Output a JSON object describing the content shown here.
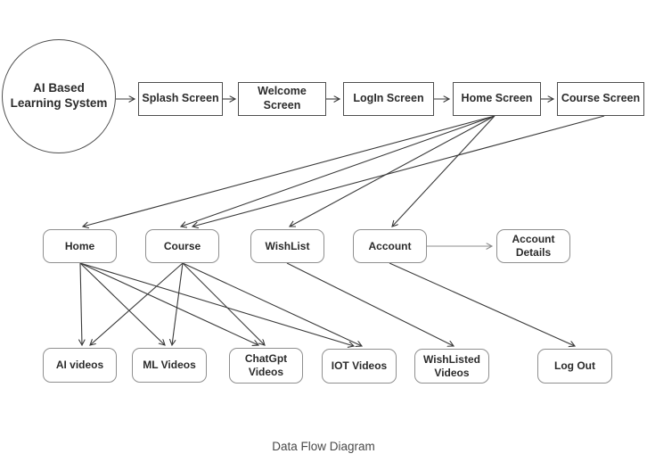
{
  "diagram": {
    "nodes": [
      {
        "id": "system",
        "label": "AI Based\nLearning System",
        "shape": "circle"
      },
      {
        "id": "splash-screen",
        "label": "Splash Screen",
        "shape": "rect"
      },
      {
        "id": "welcome-screen",
        "label": "Welcome Screen",
        "shape": "rect"
      },
      {
        "id": "login-screen",
        "label": "LogIn Screen",
        "shape": "rect"
      },
      {
        "id": "home-screen",
        "label": "Home Screen",
        "shape": "rect"
      },
      {
        "id": "course-screen",
        "label": "Course Screen",
        "shape": "rect"
      },
      {
        "id": "home",
        "label": "Home",
        "shape": "rounded"
      },
      {
        "id": "course",
        "label": "Course",
        "shape": "rounded"
      },
      {
        "id": "wishlist",
        "label": "WishList",
        "shape": "rounded"
      },
      {
        "id": "account",
        "label": "Account",
        "shape": "rounded"
      },
      {
        "id": "account-details",
        "label": "Account\nDetails",
        "shape": "rounded"
      },
      {
        "id": "ai-videos",
        "label": "AI videos",
        "shape": "rounded"
      },
      {
        "id": "ml-videos",
        "label": "ML Videos",
        "shape": "rounded"
      },
      {
        "id": "chatgpt-videos",
        "label": "ChatGpt\nVideos",
        "shape": "rounded"
      },
      {
        "id": "iot-videos",
        "label": "IOT Videos",
        "shape": "rounded"
      },
      {
        "id": "wishlisted-videos",
        "label": "WishListed\nVideos",
        "shape": "rounded"
      },
      {
        "id": "log-out",
        "label": "Log Out",
        "shape": "rounded"
      }
    ],
    "edges": [
      {
        "from": "system",
        "to": "splash-screen",
        "style": "dark"
      },
      {
        "from": "splash-screen",
        "to": "welcome-screen",
        "style": "dark"
      },
      {
        "from": "welcome-screen",
        "to": "login-screen",
        "style": "dark"
      },
      {
        "from": "login-screen",
        "to": "home-screen",
        "style": "dark"
      },
      {
        "from": "home-screen",
        "to": "course-screen",
        "style": "dark"
      },
      {
        "from": "home-screen",
        "to": "home",
        "style": "dark"
      },
      {
        "from": "home-screen",
        "to": "course",
        "style": "dark"
      },
      {
        "from": "home-screen",
        "to": "wishlist",
        "style": "dark"
      },
      {
        "from": "home-screen",
        "to": "account",
        "style": "dark"
      },
      {
        "from": "course-screen",
        "to": "course",
        "style": "dark"
      },
      {
        "from": "home",
        "to": "ai-videos",
        "style": "dark"
      },
      {
        "from": "home",
        "to": "ml-videos",
        "style": "dark"
      },
      {
        "from": "home",
        "to": "chatgpt-videos",
        "style": "dark"
      },
      {
        "from": "home",
        "to": "iot-videos",
        "style": "dark"
      },
      {
        "from": "course",
        "to": "ai-videos",
        "style": "dark"
      },
      {
        "from": "course",
        "to": "ml-videos",
        "style": "dark"
      },
      {
        "from": "course",
        "to": "chatgpt-videos",
        "style": "dark"
      },
      {
        "from": "course",
        "to": "iot-videos",
        "style": "dark"
      },
      {
        "from": "wishlist",
        "to": "wishlisted-videos",
        "style": "dark"
      },
      {
        "from": "account",
        "to": "log-out",
        "style": "dark"
      },
      {
        "from": "account",
        "to": "account-details",
        "style": "gray"
      }
    ]
  },
  "caption": "Data Flow Diagram",
  "colors": {
    "connector": "#3a3a3a",
    "connector_gray": "#8c8c8c",
    "node_border_dark": "#4f4f4f",
    "node_border_light": "#8f8f8f",
    "text": "#2b2b2b"
  }
}
